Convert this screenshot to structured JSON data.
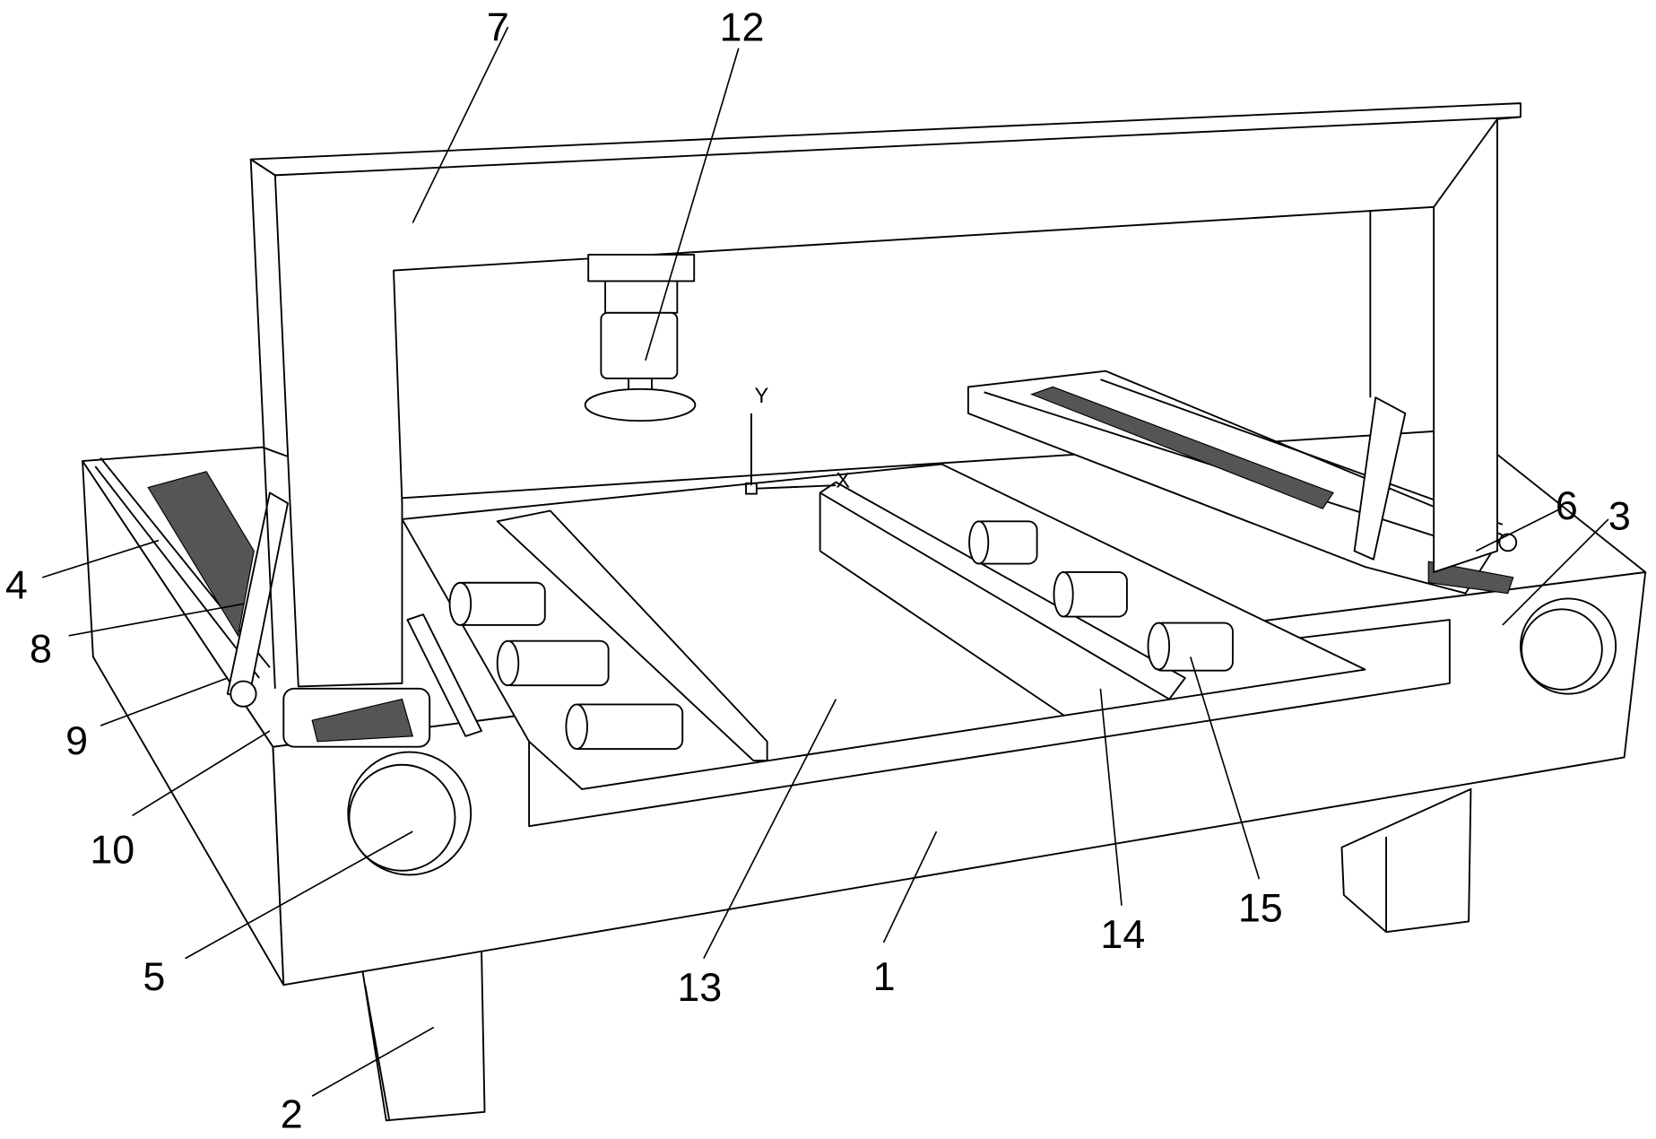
{
  "figure": {
    "labels": {
      "l1": "1",
      "l2": "2",
      "l3": "3",
      "l4": "4",
      "l5": "5",
      "l6": "6",
      "l7": "7",
      "l8": "8",
      "l9": "9",
      "l10": "10",
      "l12": "12",
      "l13": "13",
      "l14": "14",
      "l15": "15"
    },
    "axes": {
      "y": "Y",
      "x": "X"
    }
  }
}
